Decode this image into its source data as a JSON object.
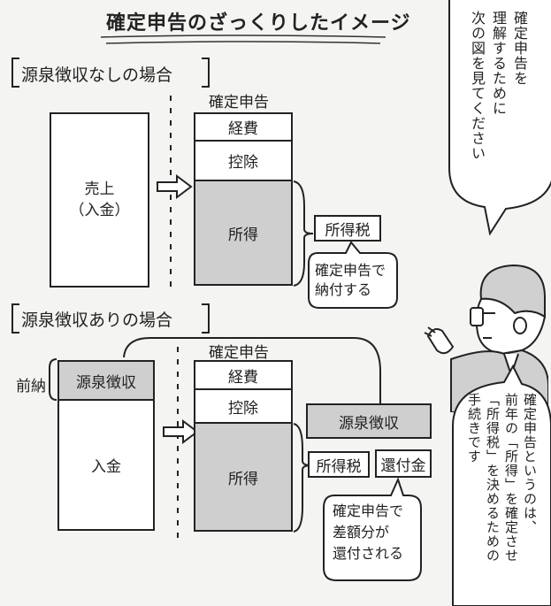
{
  "title": "確定申告のざっくりしたイメージ",
  "intro_bubble": "確定申告を\n理解するために\n次の図を見てください",
  "section1": {
    "heading": "源泉徴収なしの場合",
    "sales_label": "売上\n（入金）",
    "return_header": "確定申告",
    "expenses": "経費",
    "deduction": "控除",
    "income": "所得",
    "income_tax": "所得税",
    "note": "確定申告で\n納付する"
  },
  "section2": {
    "heading": "源泉徴収ありの場合",
    "prepaid": "前納",
    "withholding_left": "源泉徴収",
    "deposit": "入金",
    "return_header": "確定申告",
    "expenses": "経費",
    "deduction": "控除",
    "income": "所得",
    "withholding_right": "源泉徴収",
    "income_tax": "所得税",
    "refund": "還付金",
    "note": "確定申告で\n差額分が\n還付される"
  },
  "explain_bubble": "確定申告というのは、\n前年の「所得」を確定させ\n「所得税」を決めるための\n手続きです"
}
